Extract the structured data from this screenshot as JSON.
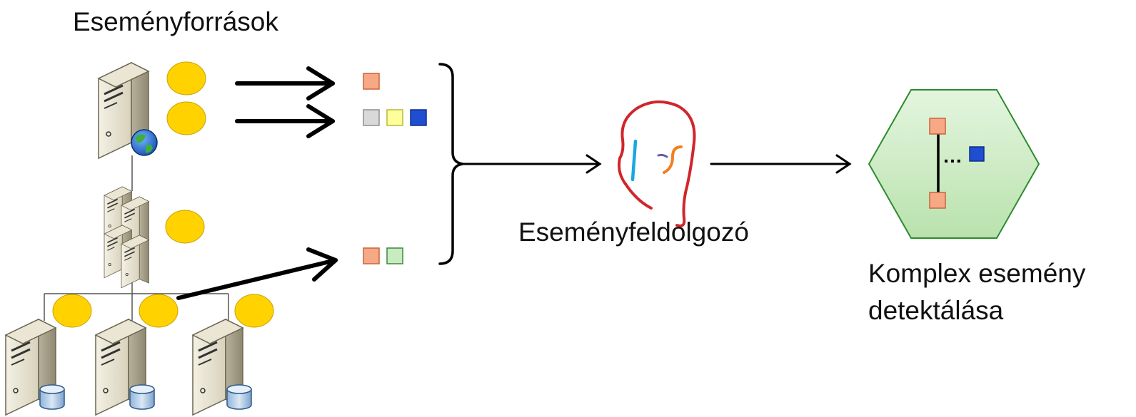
{
  "labels": {
    "event_sources": "Eseményforrások",
    "event_processor": "Eseményfeldolgozó",
    "complex_event_line1": "Komplex esemény",
    "complex_event_line2": "detektálása"
  },
  "pattern_ellipsis": "…",
  "colors": {
    "event_source_marker": "#FFD200",
    "event_orange": "#F7A986",
    "event_gray": "#D9D9D9",
    "event_yellow": "#FFFF99",
    "event_blue": "#1F4FD0",
    "event_green": "#C8EBC0",
    "hexagon_fill": "#C9EAC0",
    "hexagon_stroke": "#2E8B2E",
    "processor_red": "#D0262C",
    "processor_blue": "#1AA7E0",
    "processor_orange": "#F08020",
    "processor_purple": "#6A5AAA",
    "arrows": "#000000"
  },
  "icons": {
    "web_server": "server-globe-icon",
    "app_server_cluster": "server-cluster-icon",
    "db_server": "server-database-icon",
    "event_processor": "head-profile-icon",
    "complex_event": "hexagon-pattern-icon"
  },
  "event_streams": [
    {
      "name": "stream-1",
      "events": [
        "event_orange"
      ]
    },
    {
      "name": "stream-2",
      "events": [
        "event_gray",
        "event_yellow",
        "event_blue"
      ]
    },
    {
      "name": "stream-3",
      "events": [
        "event_orange",
        "event_green"
      ]
    }
  ]
}
